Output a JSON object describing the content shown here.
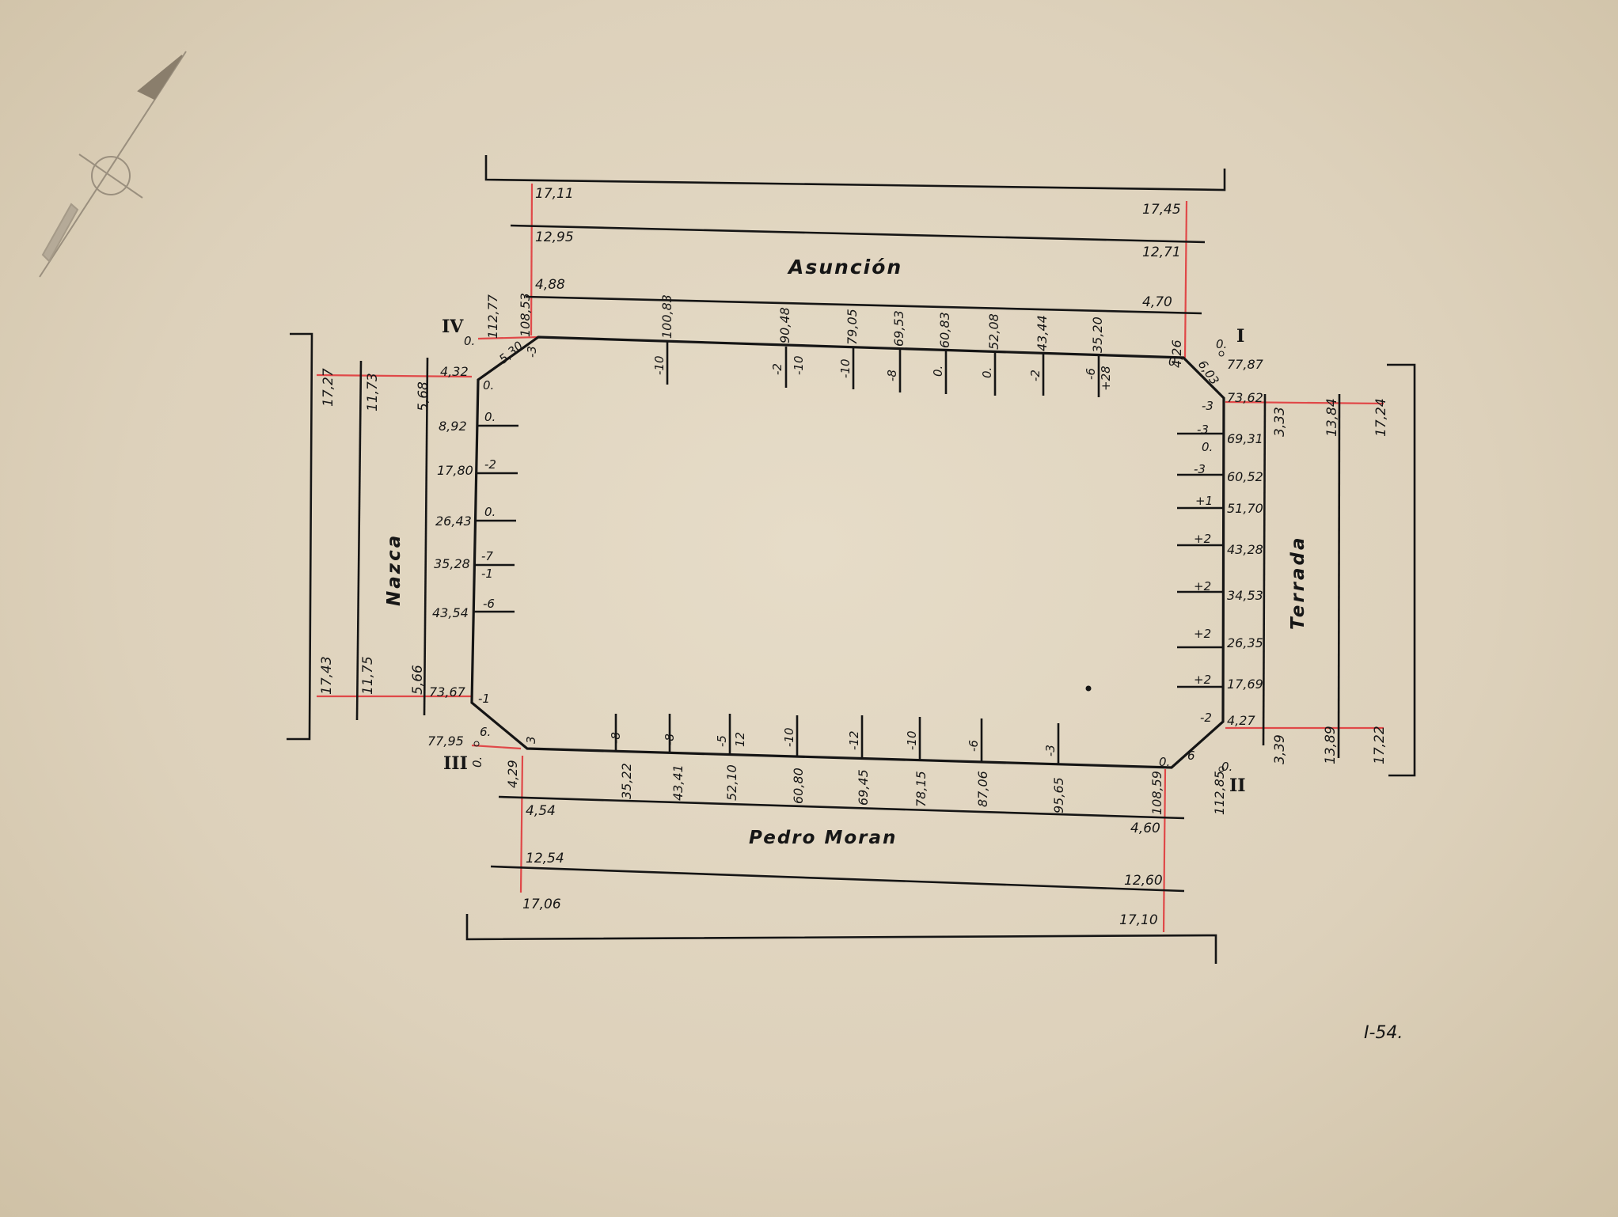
{
  "streets": {
    "north": "Asunción",
    "south": "Pedro Moran",
    "west": "Nazca",
    "east": "Terrada"
  },
  "corners": {
    "ne": "I",
    "se": "II",
    "sw": "III",
    "nw": "IV"
  },
  "sheet_code": "I-54.",
  "north": {
    "offsets": [
      "17,11",
      "12,95",
      "4,88",
      "17,45",
      "12,71",
      "4,70"
    ],
    "chainage": [
      "112,77",
      "108,53",
      "100,83",
      "90,48",
      "79,05",
      "69,53",
      "60,83",
      "52,08",
      "43,44",
      "35,20",
      "4,26"
    ],
    "levels": [
      "0.",
      "5,30",
      "-3",
      "-10",
      "-2",
      "-10",
      "-10",
      "-8",
      "0.",
      "0.",
      "-2",
      "-6",
      "+28",
      "0",
      "6,03",
      "0."
    ]
  },
  "south": {
    "offsets": [
      "4,54",
      "12,54",
      "17,06",
      "4,60",
      "12,60",
      "17,10"
    ],
    "chainage": [
      "4,29",
      "35,22",
      "43,41",
      "52,10",
      "60,80",
      "69,45",
      "78,15",
      "87,06",
      "95,65",
      "108,59",
      "112,85"
    ],
    "levels": [
      "0.",
      "6.",
      "3",
      "-8",
      "-8",
      "-5",
      "12",
      "-10",
      "-12",
      "-10",
      "-6",
      "-3",
      "0.",
      "6",
      "0."
    ]
  },
  "west": {
    "offsets": [
      "17,27",
      "11,73",
      "5,68",
      "17,43",
      "11,75",
      "5,66"
    ],
    "chainage": [
      "4,32",
      "8,92",
      "17,80",
      "26,43",
      "35,28",
      "43,54",
      "73,67",
      "77,95"
    ],
    "levels": [
      "0.",
      "0.",
      "-2",
      "0.",
      "-7",
      "-1",
      "-6",
      "-1"
    ]
  },
  "east": {
    "offsets": [
      "3,33",
      "13,84",
      "17,24",
      "3,39",
      "13,89",
      "17,22"
    ],
    "chainage": [
      "77,87",
      "73,62",
      "69,31",
      "60,52",
      "51,70",
      "43,28",
      "34,53",
      "26,35",
      "17,69",
      "4,27"
    ],
    "levels": [
      "-3",
      "-3",
      "0.",
      "-3",
      "+1",
      "+2",
      "+2",
      "+2",
      "+2",
      "-2"
    ]
  },
  "colors": {
    "ink": "#151515",
    "red": "#e04848",
    "paper": "#e3d8c3"
  }
}
